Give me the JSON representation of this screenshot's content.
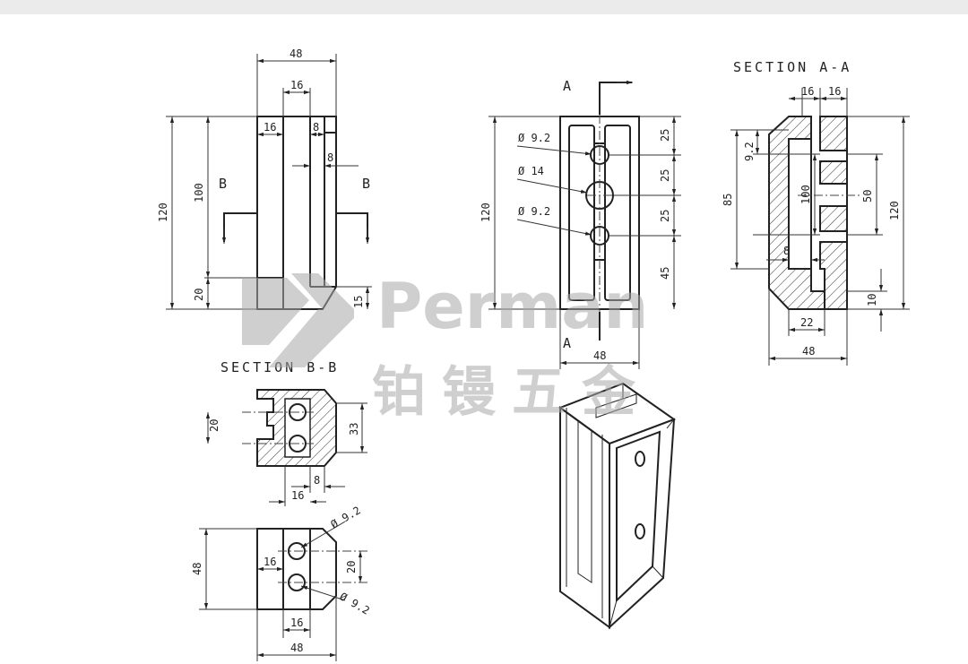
{
  "watermark": {
    "brand_en": "Perman",
    "brand_cn": "铂镘五金"
  },
  "section_labels": {
    "aa": "SECTION  A-A",
    "bb": "SECTION  B-B"
  },
  "view_markers": {
    "a": "A",
    "b": "B"
  },
  "front_view": {
    "dims": {
      "width": "48",
      "slot": "16",
      "wall": "16",
      "lip": "8",
      "gap": "8",
      "height": "120",
      "inner": "100",
      "base": "20",
      "chamfer": "15"
    }
  },
  "plan_view": {
    "dims": {
      "height": "120",
      "pitch1": "25",
      "pitch2": "25",
      "pitch3": "25",
      "bottom": "45",
      "width": "48"
    },
    "holes": {
      "top": "Ø 9.2",
      "middle": "Ø 14",
      "bottom": "Ø 9.2"
    }
  },
  "section_aa": {
    "dims": {
      "wall": "16",
      "rib": "16",
      "hole": "9.2",
      "depth": "85",
      "inner": "100",
      "pitch": "50",
      "height": "120",
      "lip": "8",
      "foot": "22",
      "width": "48",
      "base": "10"
    }
  },
  "section_bb": {
    "dims": {
      "pitch": "20",
      "height": "33",
      "lip": "8",
      "slot": "16"
    }
  },
  "bottom_view": {
    "dims": {
      "height": "48",
      "slot": "16",
      "pitch": "20",
      "slot2": "16",
      "width": "48"
    },
    "holes": {
      "top": "Ø 9.2",
      "bottom": "Ø 9.2"
    }
  }
}
